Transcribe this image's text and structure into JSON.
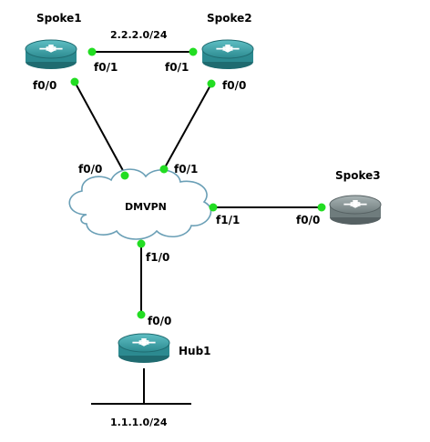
{
  "colors": {
    "router_active": "#3a9aa0",
    "router_active_dark": "#1f6b70",
    "router_inactive": "#7d8b8c",
    "router_inactive_dark": "#566163",
    "link": "#000000",
    "port_dot": "#22dd22"
  },
  "nodes": {
    "spoke1": {
      "name": "Spoke1",
      "icon": "router-icon"
    },
    "spoke2": {
      "name": "Spoke2",
      "icon": "router-icon"
    },
    "spoke3": {
      "name": "Spoke3",
      "icon": "router-icon",
      "state": "inactive"
    },
    "hub1": {
      "name": "Hub1",
      "icon": "router-icon"
    },
    "dmvpn": {
      "name": "DMVPN",
      "icon": "cloud-icon"
    }
  },
  "networks": {
    "top": "2.2.2.0/24",
    "bottom": "1.1.1.0/24"
  },
  "links": [
    {
      "id": "spoke1-spoke2",
      "a_port": "f0/1",
      "b_port": "f0/1"
    },
    {
      "id": "spoke1-dmvpn",
      "a_port": "f0/0",
      "b_port": "f0/0"
    },
    {
      "id": "spoke2-dmvpn",
      "a_port": "f0/0",
      "b_port": "f0/1"
    },
    {
      "id": "dmvpn-spoke3",
      "a_port": "f1/1",
      "b_port": "f0/0"
    },
    {
      "id": "dmvpn-hub1",
      "a_port": "f1/0",
      "b_port": "f0/0"
    }
  ]
}
